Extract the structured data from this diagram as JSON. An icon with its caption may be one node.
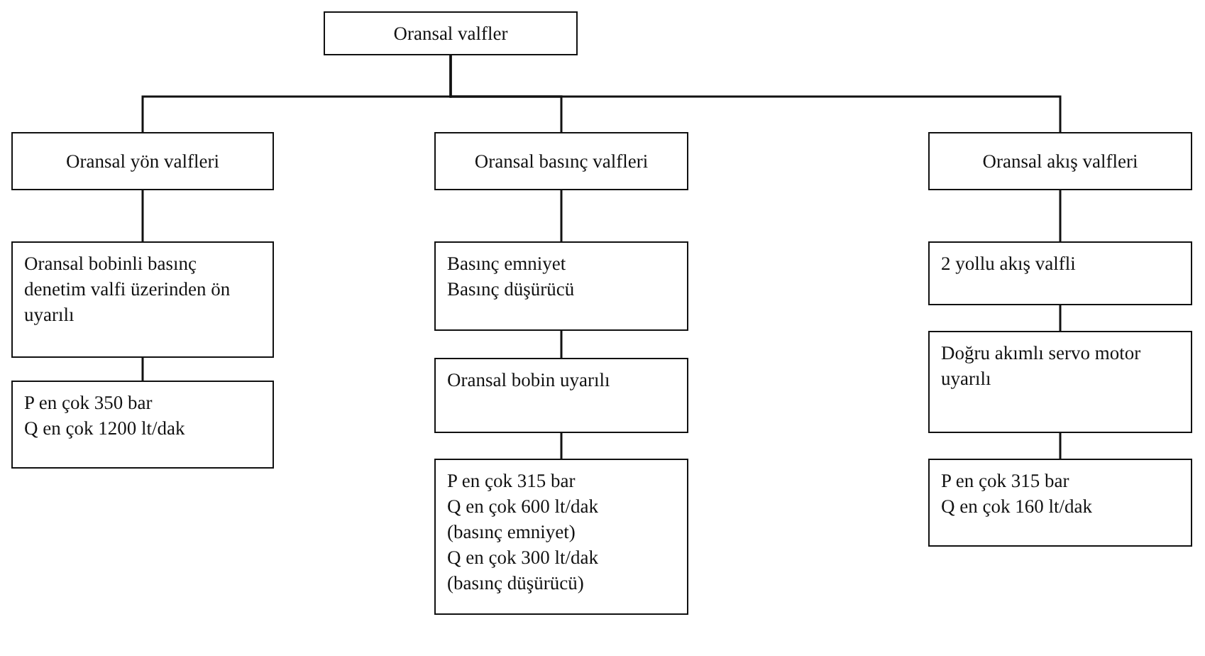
{
  "diagram": {
    "nodes": [
      {
        "text": [
          "Oransal valfler"
        ]
      },
      {
        "text": [
          "Oransal yön valfleri"
        ]
      },
      {
        "text": [
          "Oransal basınç valfleri"
        ]
      },
      {
        "text": [
          "Oransal akış valfleri"
        ]
      },
      {
        "text": [
          "Oransal bobinli basınç denetim valfi üzerinden ön uyarılı"
        ]
      },
      {
        "text": [
          "P en çok 350 bar",
          "Q en çok 1200 lt/dak"
        ]
      },
      {
        "text": [
          "Basınç emniyet",
          "Basınç düşürücü"
        ]
      },
      {
        "text": [
          "Oransal bobin uyarılı"
        ]
      },
      {
        "text": [
          "P en çok 315 bar",
          "Q en çok 600 lt/dak",
          "(basınç emniyet)",
          "Q en çok 300 lt/dak",
          "(basınç düşürücü)"
        ]
      },
      {
        "text": [
          "2 yollu akış valfli"
        ]
      },
      {
        "text": [
          "Doğru akımlı servo motor uyarılı"
        ]
      },
      {
        "text": [
          "P en çok 315 bar",
          "Q en çok 160 lt/dak"
        ]
      }
    ],
    "edges": [
      {
        "from": 0,
        "to": 1,
        "arrow": "none"
      },
      {
        "from": 0,
        "to": 2,
        "arrow": "none"
      },
      {
        "from": 0,
        "to": 3,
        "arrow": "none"
      },
      {
        "from": 1,
        "to": 4,
        "arrow": "none"
      },
      {
        "from": 4,
        "to": 5,
        "arrow": "none"
      },
      {
        "from": 2,
        "to": 6,
        "arrow": "none"
      },
      {
        "from": 6,
        "to": 7,
        "arrow": "none"
      },
      {
        "from": 7,
        "to": 8,
        "arrow": "none"
      },
      {
        "from": 3,
        "to": 9,
        "arrow": "none"
      },
      {
        "from": 9,
        "to": 10,
        "arrow": "none"
      },
      {
        "from": 10,
        "to": 11,
        "arrow": "none"
      }
    ]
  }
}
